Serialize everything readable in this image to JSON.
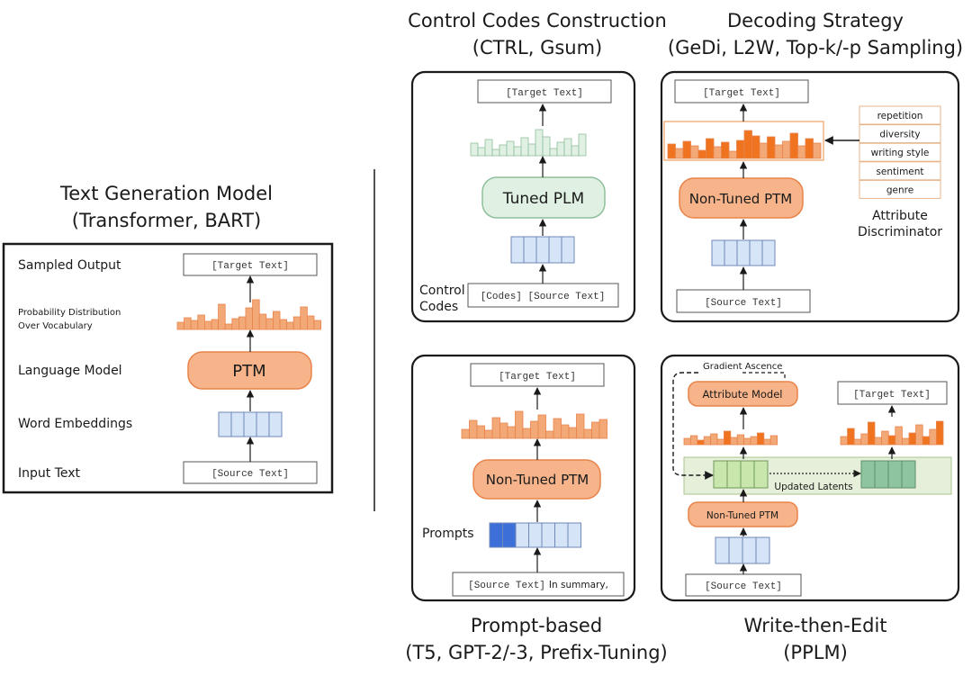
{
  "colors": {
    "orange_fill": "#f7b48a",
    "orange_stroke": "#e8834a",
    "orange_bar_fill": "#f3a977",
    "dark_orange_bar": "#f07420",
    "green_fill": "#e0f1e4",
    "green_stroke": "#8fbf9a",
    "latent_green": "#c9e6ad",
    "latent_dark_green": "#8fc4a0",
    "panel_green": "#e6efda",
    "blue_fill": "#d6e4f7",
    "blue_stroke": "#6f88b8",
    "prompt_blue": "#3d6fd9",
    "box_border": "#1a1a1a"
  },
  "left_model": {
    "title": "Text Generation Model",
    "subtitle": "(Transformer, BART)",
    "row_labels": {
      "sampled_output": "Sampled Output",
      "prob_dist_line1": "Probability Distribution",
      "prob_dist_line2": "Over Vocabulary",
      "language_model": "Language Model",
      "word_embeddings": "Word Embeddings",
      "input_text": "Input Text"
    },
    "target_text": "[Target Text]",
    "ptm_label": "PTM",
    "source_text": "[Source Text]"
  },
  "control_codes": {
    "title": "Control Codes Construction",
    "subtitle": "(CTRL, Gsum)",
    "target_text": "[Target Text]",
    "model_label": "Tuned PLM",
    "side_label_line1": "Control",
    "side_label_line2": "Codes",
    "input_text": "[Codes] [Source Text]"
  },
  "decoding": {
    "title": "Decoding Strategy",
    "subtitle": "(GeDi, L2W, Top-k/-p Sampling)",
    "target_text": "[Target Text]",
    "model_label": "Non-Tuned PTM",
    "source_text": "[Source Text]",
    "attributes": [
      "repetition",
      "diversity",
      "writing style",
      "sentiment",
      "genre"
    ],
    "discriminator_line1": "Attribute",
    "discriminator_line2": "Discriminator"
  },
  "prompt_based": {
    "title": "Prompt-based",
    "subtitle": "(T5, GPT-2/-3, Prefix-Tuning)",
    "target_text": "[Target Text]",
    "model_label": "Non-Tuned PTM",
    "prompts_label": "Prompts",
    "source_text": "[Source Text]",
    "suffix_text": "In summary,"
  },
  "write_edit": {
    "title": "Write-then-Edit",
    "subtitle": "(PPLM)",
    "gradient_label": "Gradient Ascence",
    "attribute_model_label": "Attribute Model",
    "target_text": "[Target Text]",
    "updated_latents_label": "Updated Latents",
    "model_label": "Non-Tuned PTM",
    "source_text": "[Source Text]"
  }
}
